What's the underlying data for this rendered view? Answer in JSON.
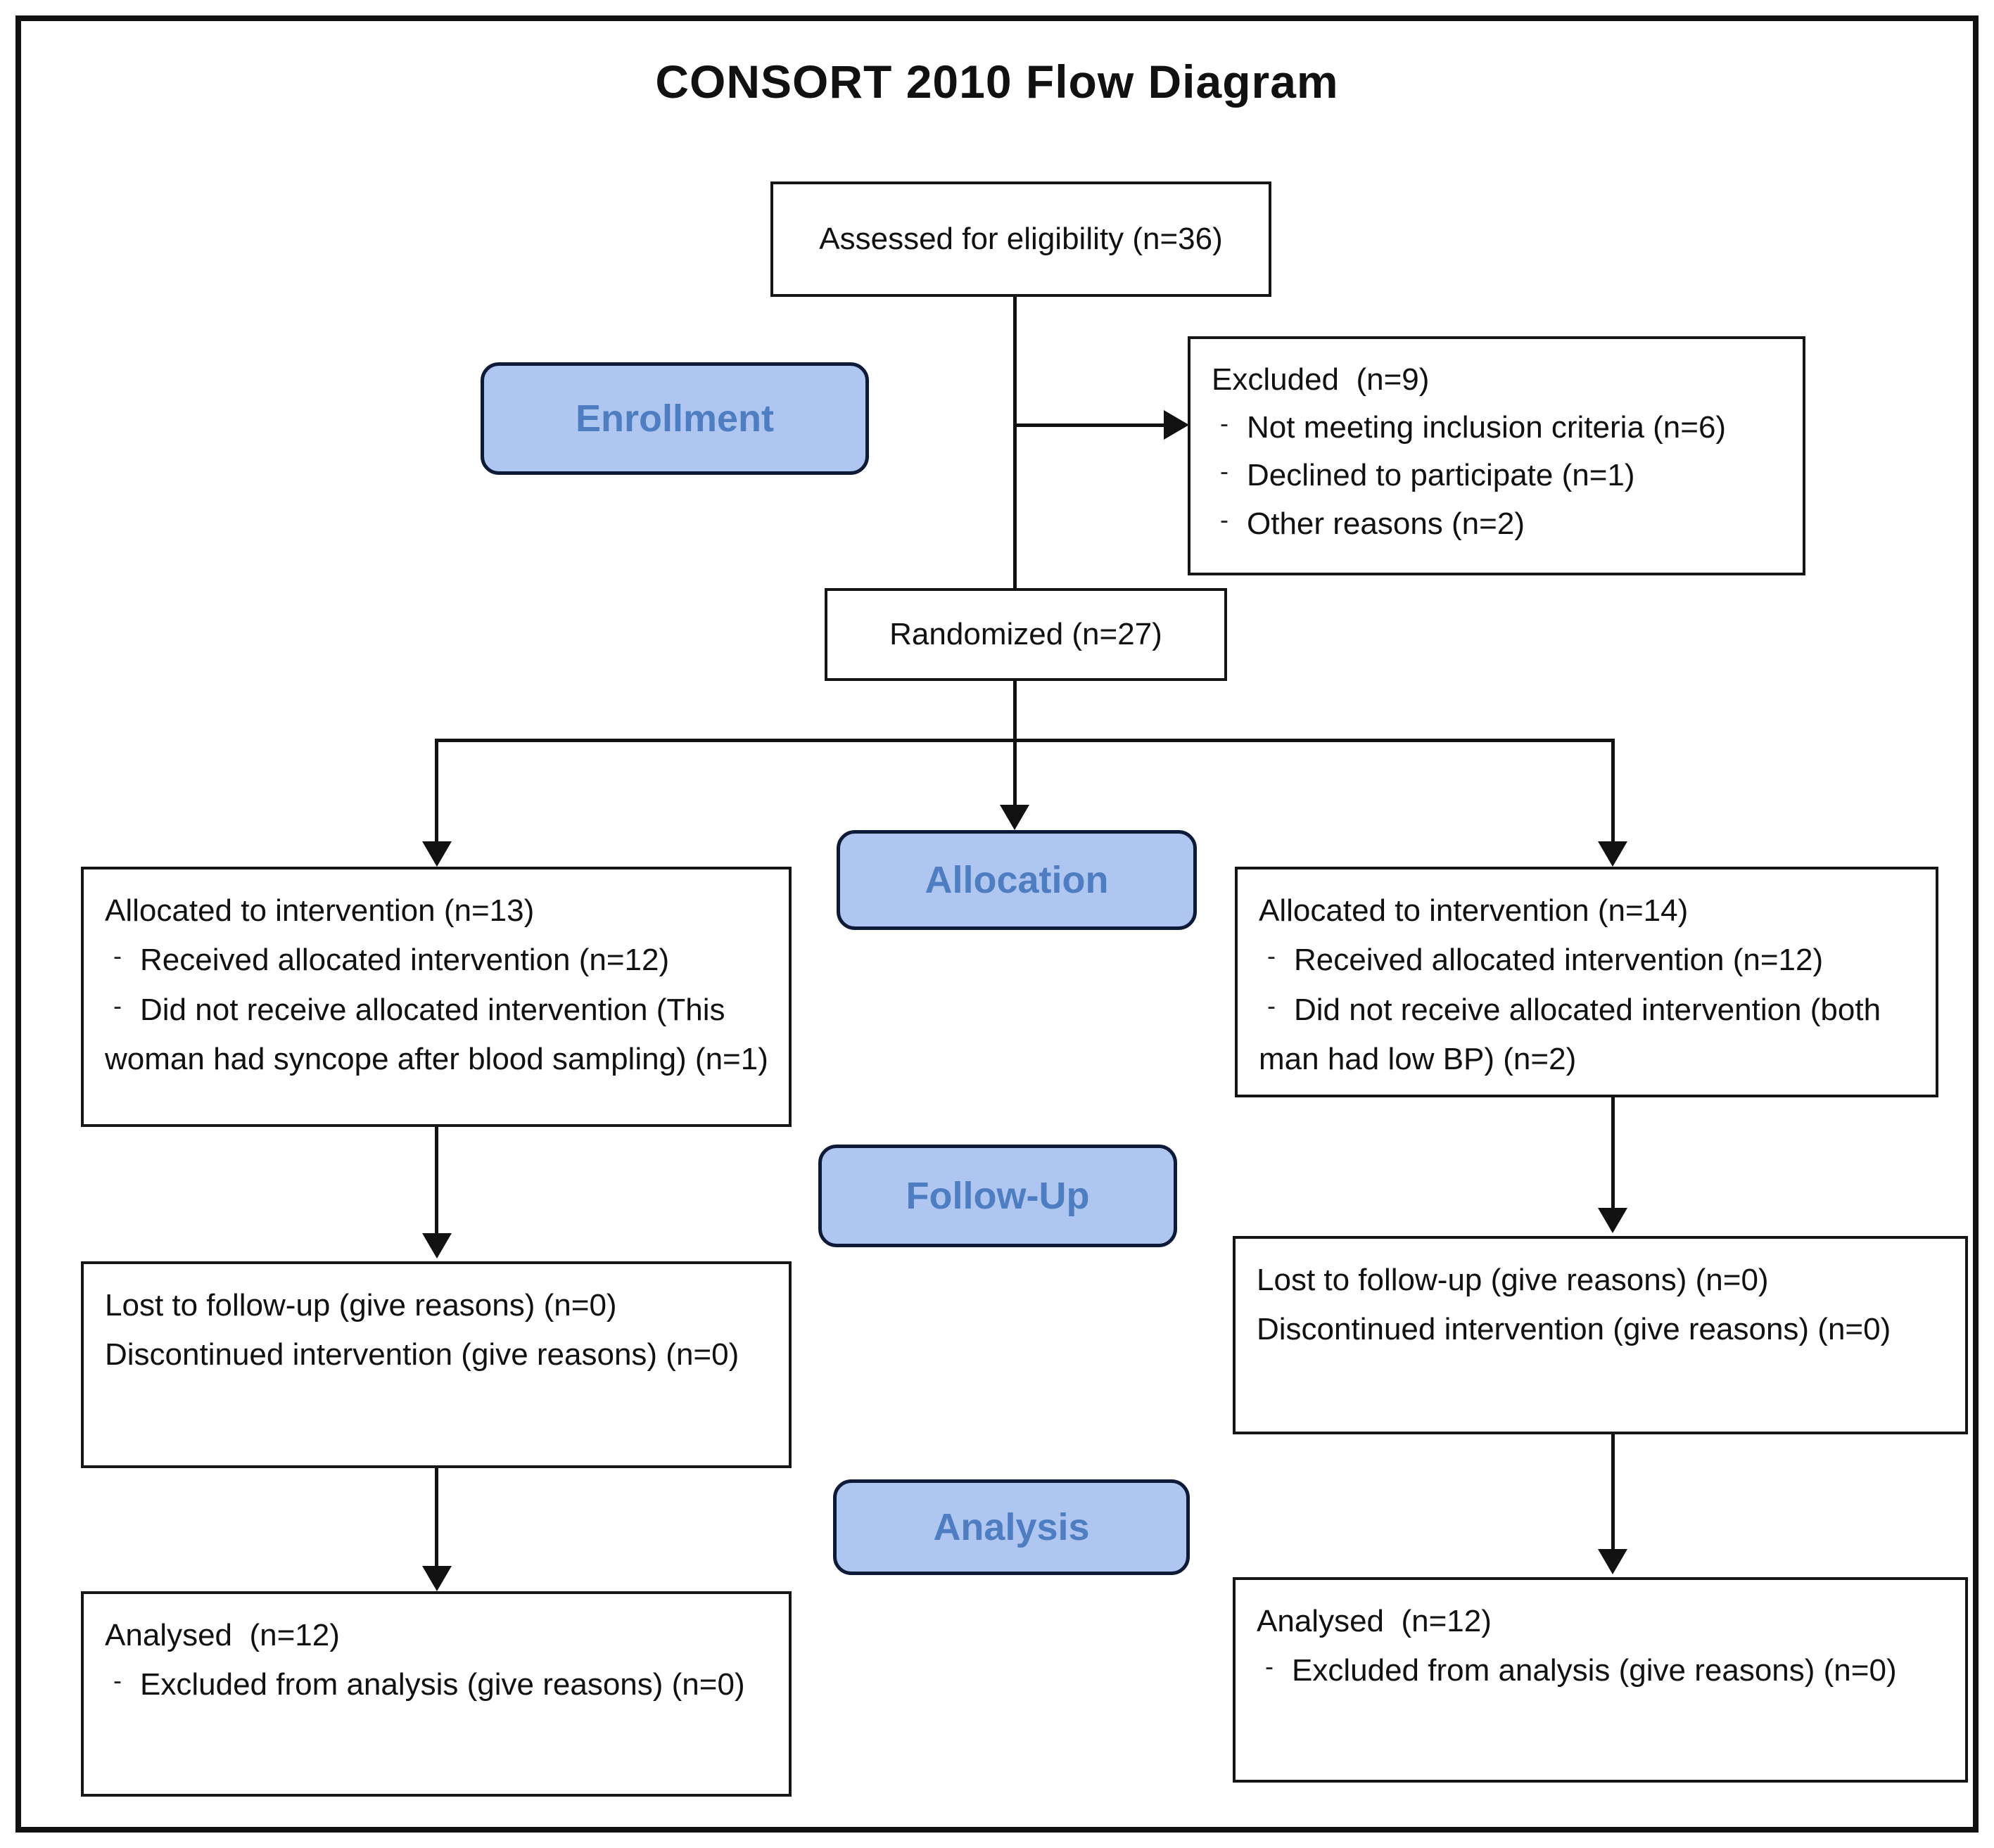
{
  "title": "CONSORT 2010 Flow Diagram",
  "bullet": "-",
  "colors": {
    "box_border": "#161616",
    "outer_border": "#111111",
    "label_fill": "#aec6f0",
    "label_border": "#0d1b38",
    "label_text": "#4e7dc1",
    "connector": "#111111",
    "body_text": "#111111"
  },
  "phase_labels": {
    "enrollment": "Enrollment",
    "allocation": "Allocation",
    "followup": "Follow-Up",
    "analysis": "Analysis"
  },
  "boxes": {
    "assessed": {
      "text": "Assessed for eligibility (n=36)"
    },
    "excluded": {
      "title": "Excluded  (n=9)",
      "items": [
        "Not meeting inclusion criteria (n=6)",
        "Declined to participate (n=1)",
        "Other reasons (n=2)"
      ]
    },
    "randomized": {
      "text": "Randomized (n=27)"
    },
    "alloc_left": {
      "title": "Allocated to intervention (n=13)",
      "items": [
        "Received allocated intervention (n=12)",
        "Did not receive allocated intervention (This woman had syncope after blood sampling) (n=1)"
      ]
    },
    "alloc_right": {
      "title": "Allocated to intervention (n=14)",
      "items": [
        "Received allocated intervention (n=12)",
        "Did not receive allocated intervention (both man had low BP) (n=2)"
      ]
    },
    "follow_left": {
      "lines": [
        "Lost to follow-up (give reasons) (n=0)",
        "Discontinued intervention (give reasons) (n=0)"
      ]
    },
    "follow_right": {
      "lines": [
        "Lost to follow-up (give reasons) (n=0)",
        "Discontinued intervention (give reasons) (n=0)"
      ]
    },
    "analysed_left": {
      "title": "Analysed  (n=12)",
      "items": [
        "Excluded from analysis (give reasons) (n=0)"
      ]
    },
    "analysed_right": {
      "title": "Analysed  (n=12)",
      "items": [
        "Excluded from analysis (give reasons) (n=0)"
      ]
    }
  }
}
